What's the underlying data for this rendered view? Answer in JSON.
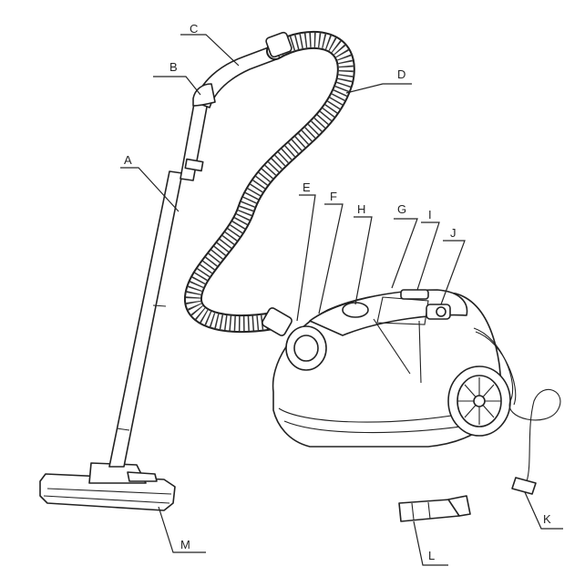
{
  "diagram": {
    "labels": {
      "A": "A",
      "B": "B",
      "C": "C",
      "D": "D",
      "E": "E",
      "F": "F",
      "G": "G",
      "H": "H",
      "I": "I",
      "J": "J",
      "K": "K",
      "L": "L",
      "M": "M"
    }
  }
}
